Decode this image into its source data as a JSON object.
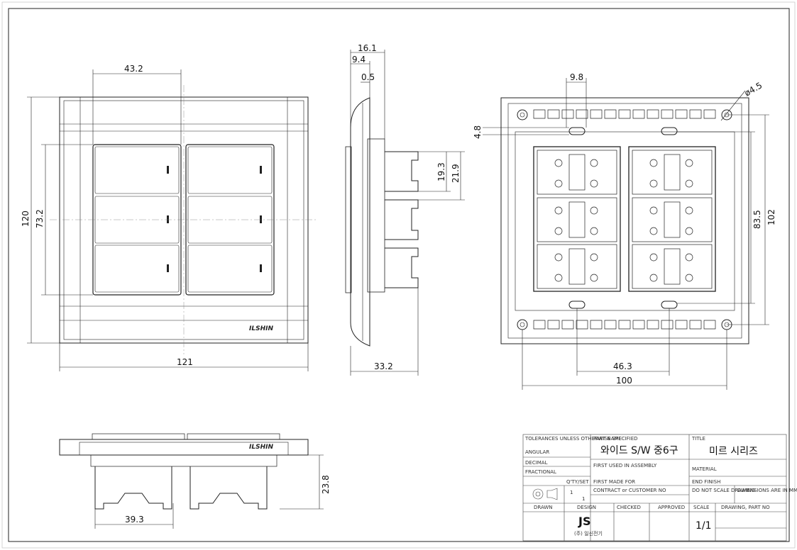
{
  "front_view": {
    "brand": "ILSHIN",
    "dims": {
      "width_top": "43.2",
      "height_outer": "120",
      "height_inner": "73.2",
      "width_bottom": "121"
    }
  },
  "side_view": {
    "dims": {
      "d1": "16.1",
      "d2": "9.4",
      "d3": "0.5",
      "d4": "19.3",
      "d5": "21.9",
      "d6": "33.2"
    }
  },
  "back_view": {
    "dims": {
      "d1": "9.8",
      "d2": "ø4.5",
      "d3": "4.8",
      "d4": "83.5",
      "d5": "102",
      "d6": "46.3",
      "d7": "100"
    }
  },
  "bottom_view": {
    "brand": "ILSHIN",
    "dims": {
      "depth": "23.8",
      "width": "39.3"
    }
  },
  "title_block": {
    "tolerances": "TOLERANCES UNLESS OTHERWISE SPECIFIED",
    "angular": "ANGULAR",
    "decimal": "DECIMAL",
    "fractional": "FRACTIONAL",
    "part_name_label": "PART NAME",
    "part_name": "와이드 S/W 중6구",
    "title_label": "TITLE",
    "title": "미르 시리즈",
    "first_used_in": "FIRST USED IN ASSEMBLY",
    "material": "MATERIAL",
    "qty_label": "Q'TY/SET",
    "qty_value": "1",
    "first_made_for": "FIRST MADE FOR",
    "end_finish": "END FINISH",
    "contract": "CONTRACT or CUSTOMER NO",
    "contract_value": "1",
    "do_not_scale": "DO NOT SCALE DRAWING",
    "dimensions_note": "DIMENSIONS ARE IN MM INCH",
    "drawn": "DRAWN",
    "design": "DESIGN",
    "checked": "CHECKED",
    "approved": "APPROVED",
    "scale_label": "SCALE",
    "drawing_part_no": "DRAWING, PART NO",
    "scale_value": "1/1",
    "company_logo": "JS",
    "company_name": "(주) 일신전기"
  }
}
